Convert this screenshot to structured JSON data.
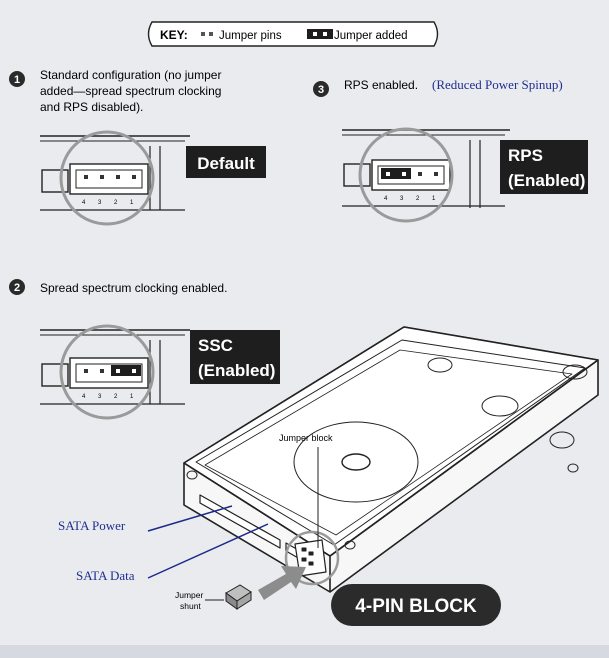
{
  "key": {
    "title": "KEY:",
    "pins_label": "Jumper pins",
    "added_label": "Jumper added"
  },
  "configs": [
    {
      "number": "1",
      "lines": [
        "Standard configuration (no jumper",
        "added—spread spectrum clocking",
        "and RPS disabled)."
      ],
      "badge": [
        "Default"
      ],
      "pin_labels": [
        "4",
        "3",
        "2",
        "1"
      ],
      "jumper_pins": []
    },
    {
      "number": "2",
      "lines": [
        "Spread spectrum clocking enabled."
      ],
      "badge": [
        "SSC",
        "(Enabled)"
      ],
      "pin_labels": [
        "4",
        "3",
        "2",
        "1"
      ],
      "jumper_pins": [
        2,
        3
      ]
    },
    {
      "number": "3",
      "lines": [
        "RPS enabled."
      ],
      "extra": "(Reduced Power Spinup)",
      "badge": [
        "RPS",
        "(Enabled)"
      ],
      "pin_labels": [
        "4",
        "3",
        "2",
        "1"
      ],
      "jumper_pins": [
        0,
        1
      ]
    }
  ],
  "drive": {
    "jumper_block_label": "Jumper block",
    "sata_power_label": "SATA  Power",
    "sata_data_label": "SATA Data",
    "jumper_shunt_label": [
      "Jumper",
      "shunt"
    ],
    "four_pin_label": "4-PIN BLOCK"
  },
  "colors": {
    "background": "#e9ebef",
    "badge": "#1e1e1e",
    "link_blue": "#1f2f8f",
    "leader_blue": "#1a2a8a",
    "arrow_gray": "#8c8c8c"
  }
}
